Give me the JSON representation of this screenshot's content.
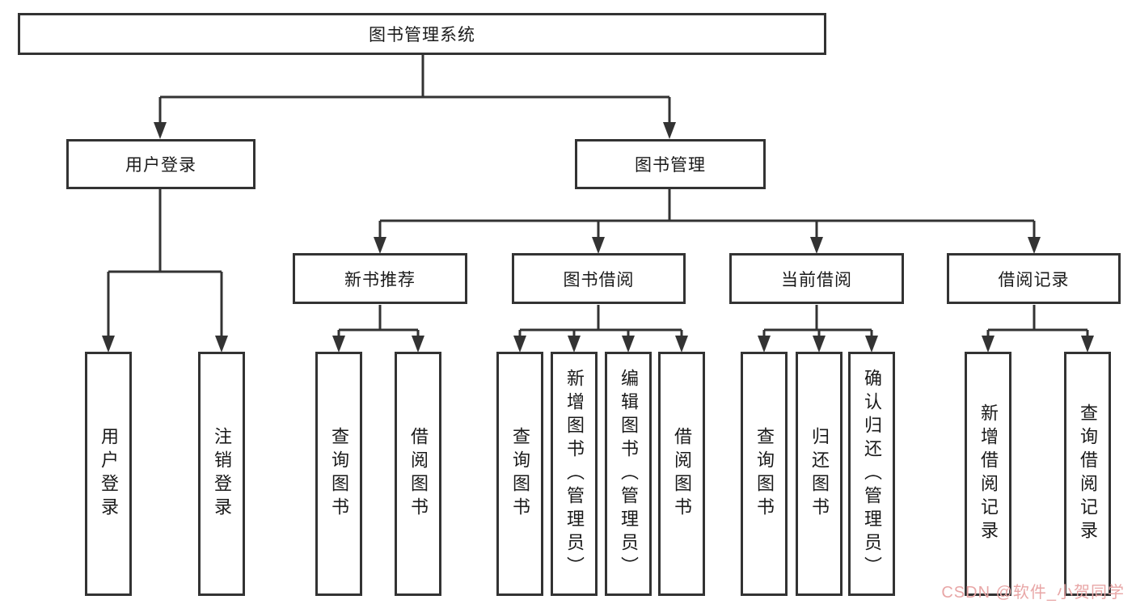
{
  "tree": {
    "root": "图书管理系统",
    "level2": [
      "用户登录",
      "图书管理"
    ],
    "level3": [
      "新书推荐",
      "图书借阅",
      "当前借阅",
      "借阅记录"
    ],
    "leaves": {
      "user_login": [
        "用户登录",
        "注销登录"
      ],
      "new_book": [
        "查询图书",
        "借阅图书"
      ],
      "book_borrow": [
        "查询图书",
        "新增图书（管理员）",
        "编辑图书（管理员）",
        "借阅图书"
      ],
      "current_borrow": [
        "查询图书",
        "归还图书",
        "确认归还（管理员）"
      ],
      "borrow_record": [
        "新增借阅记录",
        "查询借阅记录"
      ]
    }
  },
  "watermark": "CSDN @软件_小贺同学",
  "colors": {
    "line": "#333333",
    "box_border": "#333333",
    "text": "#1a1a1a",
    "watermark": "#e8a6a6",
    "background": "#ffffff"
  }
}
